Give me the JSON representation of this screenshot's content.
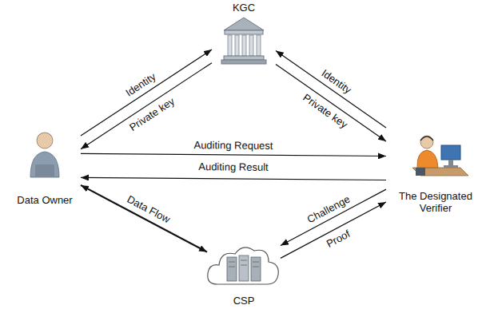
{
  "diagram": {
    "nodes": [
      {
        "text": [
          "KGC"
        ]
      },
      {
        "text": [
          "Data Owner"
        ]
      },
      {
        "text": [
          "The Designated Verifier"
        ]
      },
      {
        "text": [
          "CSP"
        ]
      }
    ],
    "edges": [
      {
        "from": 1,
        "to": 0,
        "label": "Identity",
        "arrow": "to"
      },
      {
        "from": 0,
        "to": 1,
        "label": "Private key",
        "arrow": "to"
      },
      {
        "from": 2,
        "to": 0,
        "label": "Identity",
        "arrow": "to"
      },
      {
        "from": 0,
        "to": 2,
        "label": "Private key",
        "arrow": "to"
      },
      {
        "from": 1,
        "to": 2,
        "label": "Auditing Request",
        "arrow": "to"
      },
      {
        "from": 2,
        "to": 1,
        "label": "Auditing Result",
        "arrow": "to"
      },
      {
        "from": 1,
        "to": 3,
        "label": "Data Flow",
        "arrow": "both"
      },
      {
        "from": 2,
        "to": 3,
        "label": "Challenge",
        "arrow": "to"
      },
      {
        "from": 3,
        "to": 2,
        "label": "Proof",
        "arrow": "to"
      }
    ]
  }
}
